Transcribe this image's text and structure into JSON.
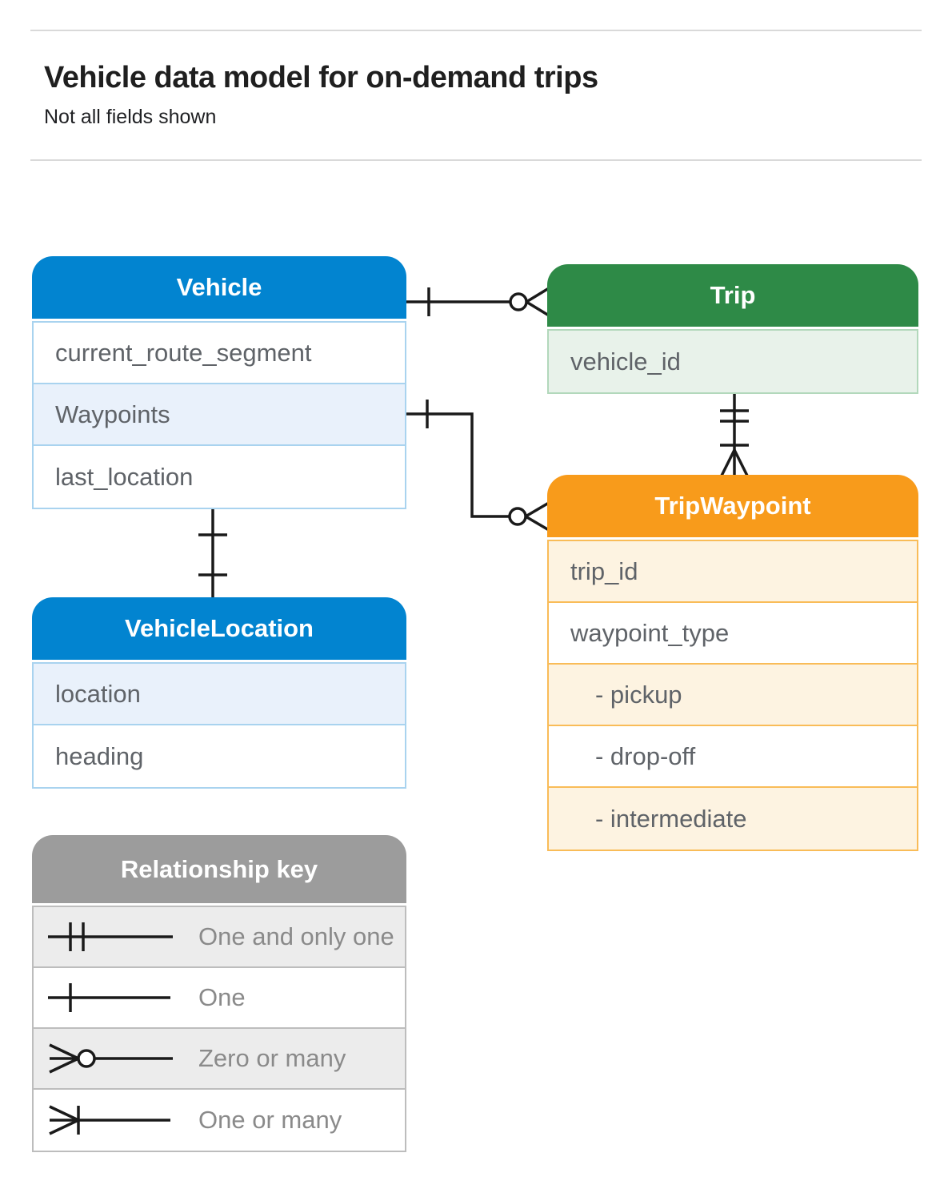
{
  "header": {
    "title": "Vehicle data model for on-demand trips",
    "subtitle": "Not all fields shown"
  },
  "entities": [
    {
      "name": "Vehicle",
      "accent_color": "#0284d0",
      "row_tint": "#e9f1fb",
      "rows": [
        {
          "label": "current_route_segment"
        },
        {
          "label": "Waypoints"
        },
        {
          "label": "last_location"
        }
      ]
    },
    {
      "name": "Trip",
      "accent_color": "#2e8a47",
      "row_tint": "#e8f2ea",
      "rows": [
        {
          "label": "vehicle_id"
        }
      ]
    },
    {
      "name": "TripWaypoint",
      "accent_color": "#f89b1b",
      "row_tint": "#fdf3e1",
      "rows": [
        {
          "label": "trip_id"
        },
        {
          "label": "waypoint_type"
        },
        {
          "label": "- pickup"
        },
        {
          "label": "- drop-off"
        },
        {
          "label": "- intermediate"
        }
      ]
    },
    {
      "name": "VehicleLocation",
      "accent_color": "#0284d0",
      "row_tint": "#e9f1fb",
      "rows": [
        {
          "label": "location"
        },
        {
          "label": "heading"
        }
      ]
    }
  ],
  "relationships": [
    {
      "from": "Vehicle",
      "to": "Trip",
      "from_cardinality": "one",
      "to_cardinality": "zero or many"
    },
    {
      "from": "Vehicle.Waypoints",
      "to": "TripWaypoint",
      "from_cardinality": "one",
      "to_cardinality": "zero or many"
    },
    {
      "from": "Trip",
      "to": "TripWaypoint",
      "from_cardinality": "one and only one",
      "to_cardinality": "one or many"
    },
    {
      "from": "Vehicle",
      "to": "VehicleLocation",
      "from_cardinality": "one",
      "to_cardinality": "one"
    }
  ],
  "legend": {
    "title": "Relationship key",
    "items": [
      {
        "icon": "one-and-only-one-icon",
        "label": "One and only one"
      },
      {
        "icon": "one-icon",
        "label": "One"
      },
      {
        "icon": "zero-or-many-icon",
        "label": "Zero or many"
      },
      {
        "icon": "one-or-many-icon",
        "label": "One or many"
      }
    ]
  },
  "colors": {
    "line": "#1a1a1a",
    "row_text": "#5f6368",
    "legend_header": "#9c9c9c",
    "divider": "#d9d9d9"
  }
}
